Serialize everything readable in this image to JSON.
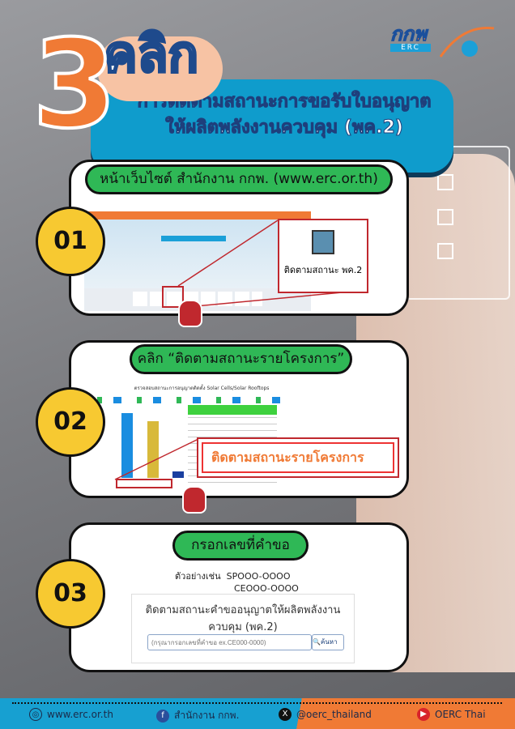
{
  "header": {
    "step_number": "3",
    "click_word": "คลิก",
    "title_line1": "การติดตามสถานะการขอรับใบอนุญาต",
    "title_line2": "ให้ผลิตพลังงานควบคุม (พค.2)"
  },
  "logo": {
    "text": "กกพ",
    "subtext": "ERC"
  },
  "steps": [
    {
      "number": "01",
      "heading": "หน้าเว็บไซต์ สำนักงาน กกพ.  (www.erc.or.th)",
      "zoom_label": "ติดตามสถานะ พค.2"
    },
    {
      "number": "02",
      "heading": "คลิก “ติดตามสถานะรายโครงการ”",
      "chart_title": "ตรวจสอบสถานะการอนุญาตติดตั้ง Solar Cells/Solar Rooftops",
      "zoom_label": "ติดตามสถานะรายโครงการ"
    },
    {
      "number": "03",
      "heading": "กรอกเลขที่คำขอ",
      "example_label": "ตัวอย่างเช่น",
      "example1": "SPOOO-OOOO",
      "example2": "CEOOO-OOOO",
      "form_title_line1": "ติดตามสถานะคำขออนุญาตให้ผลิตพลังงาน",
      "form_title_line2": "ควบคุม (พค.2)",
      "input_placeholder": "(กรุณากรอกเลขที่คำขอ ex.CE000-0000)",
      "search_button": "ค้นหา"
    }
  ],
  "footer": {
    "website": "www.erc.or.th",
    "facebook": "สำนักงาน กกพ.",
    "x": "@oerc_thailand",
    "youtube": "OERC Thai"
  },
  "colors": {
    "orange": "#f07a35",
    "blue": "#0f9ccc",
    "green": "#2fb856",
    "yellow": "#f7c931",
    "red": "#c0282e"
  }
}
